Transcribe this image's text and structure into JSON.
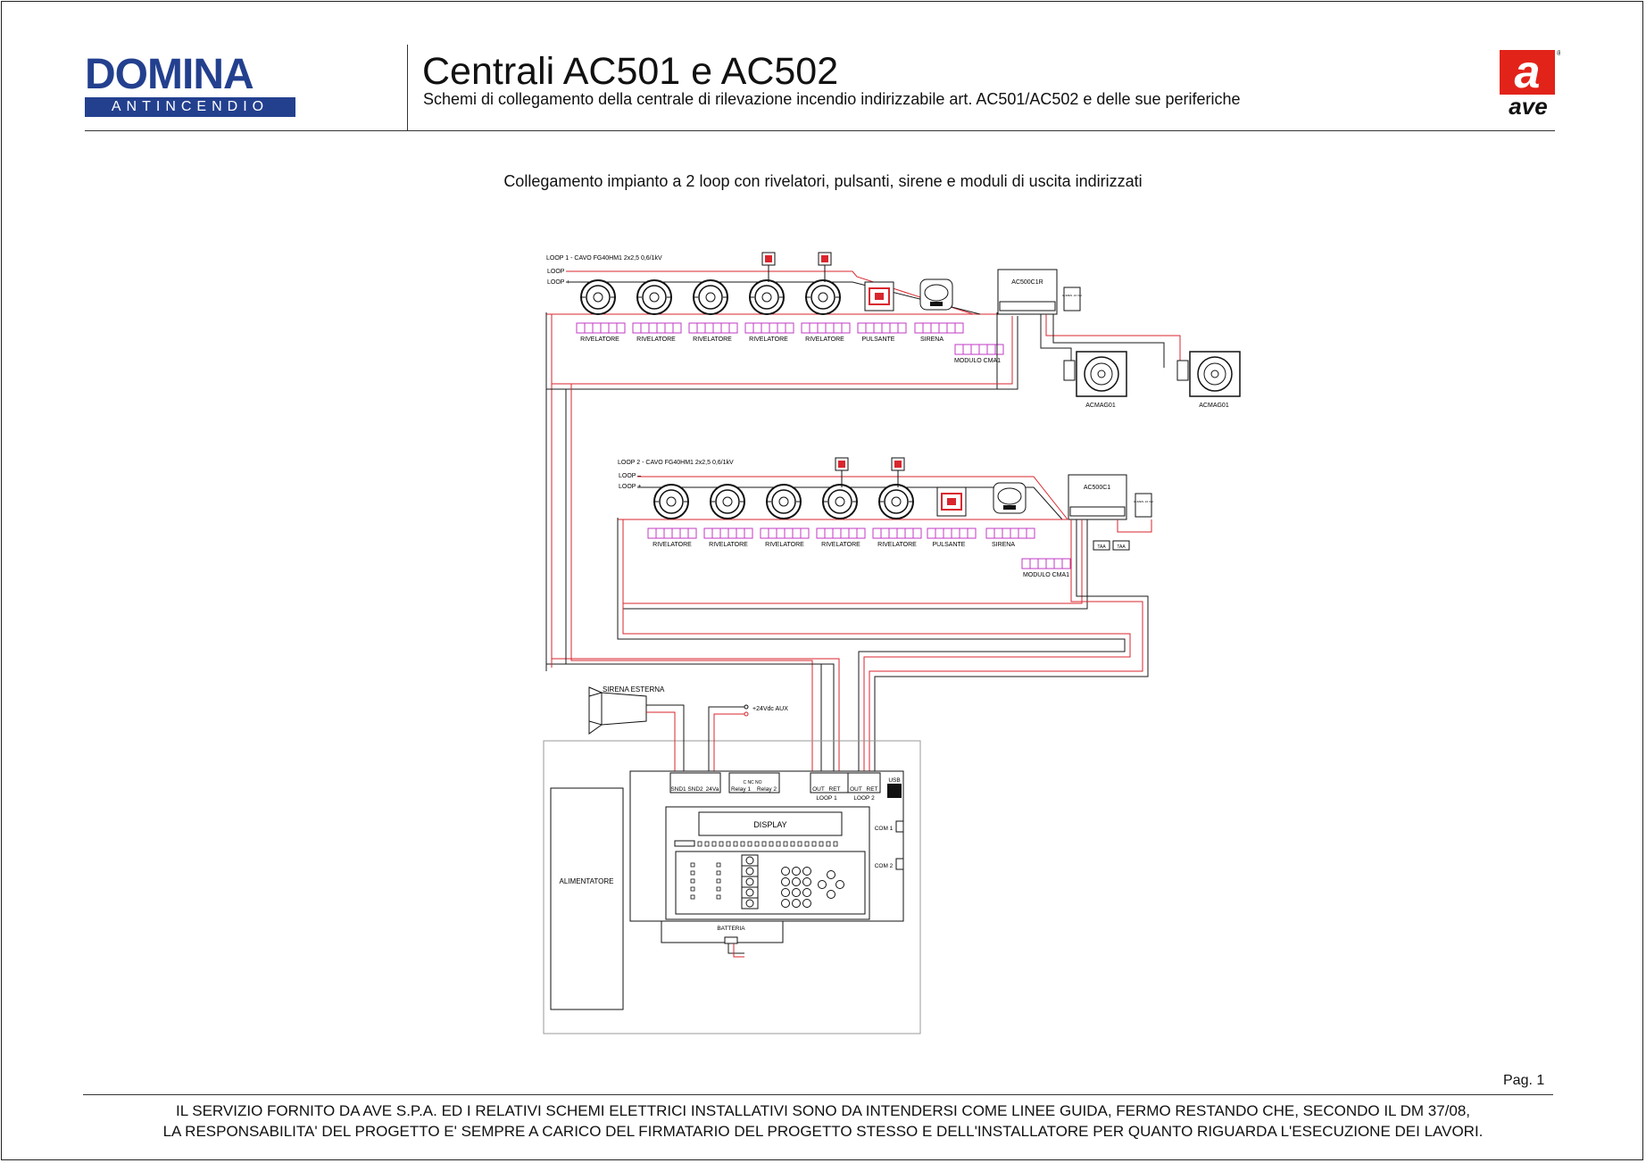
{
  "header": {
    "brand_word": "DOMINA",
    "brand_tagline": "ANTINCENDIO",
    "title": "Centrali AC501 e AC502",
    "subtitle": "Schemi di collegamento della centrale di rilevazione incendio indirizzabile art. AC501/AC502 e delle sue periferiche",
    "ave_logo_letter": "a",
    "ave_logo_word": "ave",
    "registered_mark": "®"
  },
  "colors": {
    "brand_blue": "#23408f",
    "ave_red": "#e2231a",
    "wire_red": "#d9262e",
    "wire_black": "#1a1a1a",
    "label_magenta": "#c23ac4"
  },
  "diagram": {
    "caption": "Collegamento impianto a 2 loop con rivelatori, pulsanti, sirene e moduli di uscita indirizzati",
    "loop1": {
      "cable_label": "LOOP 1 - CAVO FG40HM1 2x2,5 0,6/1kV",
      "minus_label": "LOOP  –",
      "plus_label": "LOOP  +",
      "devices": [
        "RIVELATORE",
        "RIVELATORE",
        "RIVELATORE",
        "RIVELATORE",
        "RIVELATORE",
        "PULSANTE",
        "SIRENA"
      ],
      "module_label": "MODULO  CMA1",
      "module_box": "AC500C1R",
      "supply_tag": "ALIMEN. 24 Vdc",
      "magnets": [
        "ACMAG01",
        "ACMAG01"
      ]
    },
    "loop2": {
      "cable_label": "LOOP 2 - CAVO FG40HM1 2x2,5 0,6/1kV",
      "minus_label": "LOOP  –",
      "plus_label": "LOOP  +",
      "devices": [
        "RIVELATORE",
        "RIVELATORE",
        "RIVELATORE",
        "RIVELATORE",
        "RIVELATORE",
        "PULSANTE",
        "SIRENA"
      ],
      "module_label": "MODULO  CMA1",
      "module_box": "AC500C1",
      "supply_tag": "ALIMEN. 24 Vdc",
      "tags": [
        "TAA",
        "TAA"
      ]
    },
    "panel": {
      "external_siren": "SIRENA ESTERNA",
      "aux_label": "+24Vdc AUX",
      "terminals": [
        "SND1",
        "SND2",
        "24Va",
        "Relay 1",
        "Relay 2",
        "OUT",
        "RET",
        "OUT",
        "RET"
      ],
      "relay_pins": "C  NC  NO",
      "loop1_label": "LOOP 1",
      "loop2_label": "LOOP 2",
      "usb_label": "USB",
      "display_label": "DISPLAY",
      "com1_label": "COM 1",
      "com2_label": "COM 2",
      "psu_label": "ALIMENTATORE",
      "battery_label": "BATTERIA"
    }
  },
  "footer": {
    "page": "Pag. 1",
    "disclaimer_line1": "IL SERVIZIO FORNITO DA AVE S.P.A. ED I RELATIVI SCHEMI ELETTRICI INSTALLATIVI SONO DA INTENDERSI COME LINEE GUIDA, FERMO RESTANDO CHE, SECONDO IL DM 37/08,",
    "disclaimer_line2": "LA RESPONSABILITA' DEL PROGETTO E' SEMPRE A CARICO DEL FIRMATARIO DEL PROGETTO STESSO E DELL'INSTALLATORE PER QUANTO RIGUARDA L'ESECUZIONE DEI LAVORI."
  }
}
